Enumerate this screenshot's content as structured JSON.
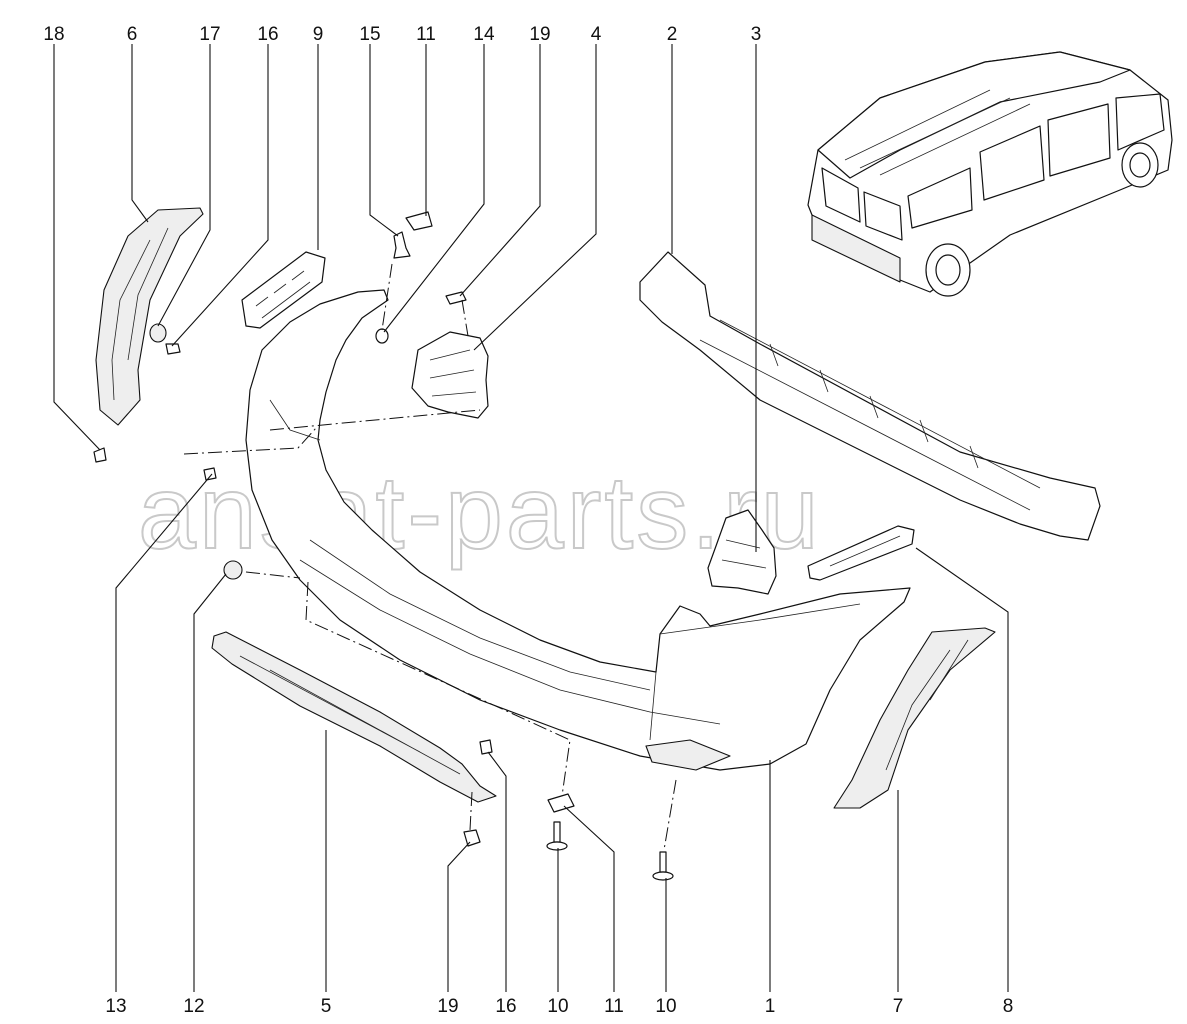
{
  "watermark": "ansat-parts.ru",
  "callouts": {
    "top": [
      "18",
      "6",
      "17",
      "16",
      "9",
      "15",
      "11",
      "14",
      "19",
      "4",
      "2",
      "3"
    ],
    "bottom": [
      "13",
      "12",
      "5",
      "19",
      "16",
      "10",
      "11",
      "10",
      "1",
      "7",
      "8"
    ]
  }
}
